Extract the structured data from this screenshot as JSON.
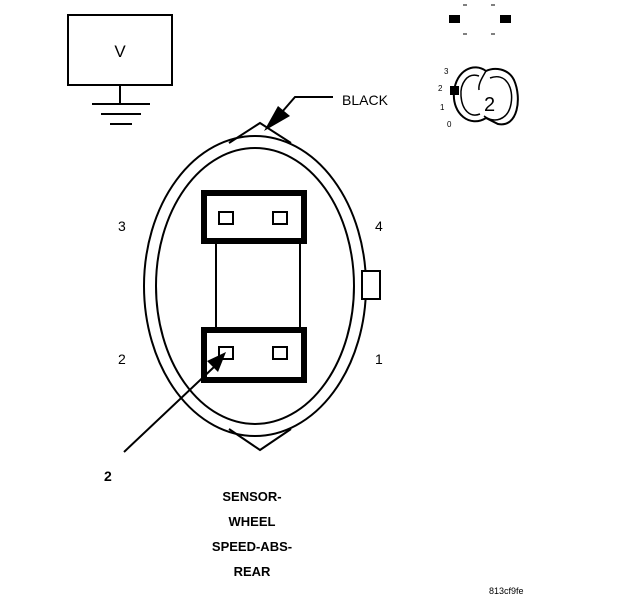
{
  "meter": {
    "symbol": "V"
  },
  "wire_color": "BLACK",
  "pins": {
    "p1": "1",
    "p2": "2",
    "p3": "3",
    "p4": "4"
  },
  "callout": "2",
  "inset": {
    "scale_3": "3",
    "scale_2": "2",
    "scale_1": "1",
    "scale_0": "0",
    "dial_value": "2"
  },
  "caption": {
    "line1": "SENSOR-",
    "line2": "WHEEL",
    "line3": "SPEED-ABS-",
    "line4": "REAR"
  },
  "figure_id": "813cf9fe"
}
